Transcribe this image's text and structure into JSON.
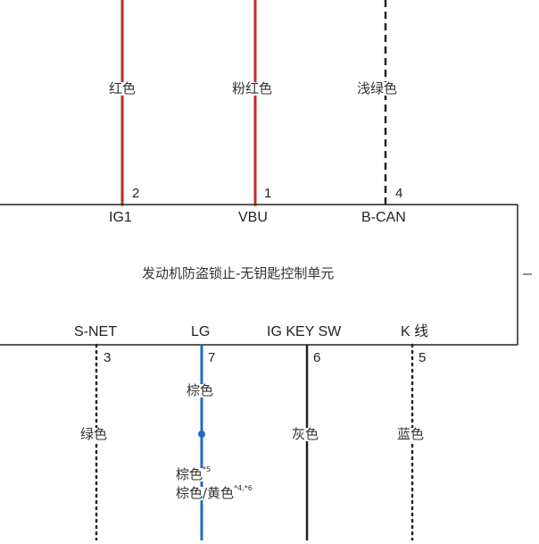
{
  "unit": {
    "label": "发动机防盗锁止-无钥匙控制单元"
  },
  "top_connections": [
    {
      "pin": "2",
      "signal": "IG1",
      "wire_color": "红色",
      "stroke": "#c62828",
      "line_style": "solid"
    },
    {
      "pin": "1",
      "signal": "VBU",
      "wire_color": "粉红色",
      "stroke": "#c62828",
      "line_style": "solid"
    },
    {
      "pin": "4",
      "signal": "B-CAN",
      "wire_color": "浅绿色",
      "stroke": "#222222",
      "line_style": "dashed"
    }
  ],
  "bottom_connections": [
    {
      "pin": "3",
      "signal": "S-NET",
      "wire_color": "绿色",
      "stroke": "#222222",
      "line_style": "dotted"
    },
    {
      "pin": "7",
      "signal": "LG",
      "wire_color": "棕色",
      "stroke": "#1e6bc6",
      "line_style": "solid",
      "splice_labels": [
        "棕色",
        "棕色/黄色"
      ],
      "splice_notes": [
        "*5",
        "*4,*6"
      ]
    },
    {
      "pin": "6",
      "signal": "IG KEY SW",
      "wire_color": "灰色",
      "stroke": "#222222",
      "line_style": "solid"
    },
    {
      "pin": "5",
      "signal": "K 线",
      "wire_color": "蓝色",
      "stroke": "#222222",
      "line_style": "dotted"
    }
  ],
  "outline_stroke": "#222222",
  "splice_dot_color": "#1e6bc6"
}
